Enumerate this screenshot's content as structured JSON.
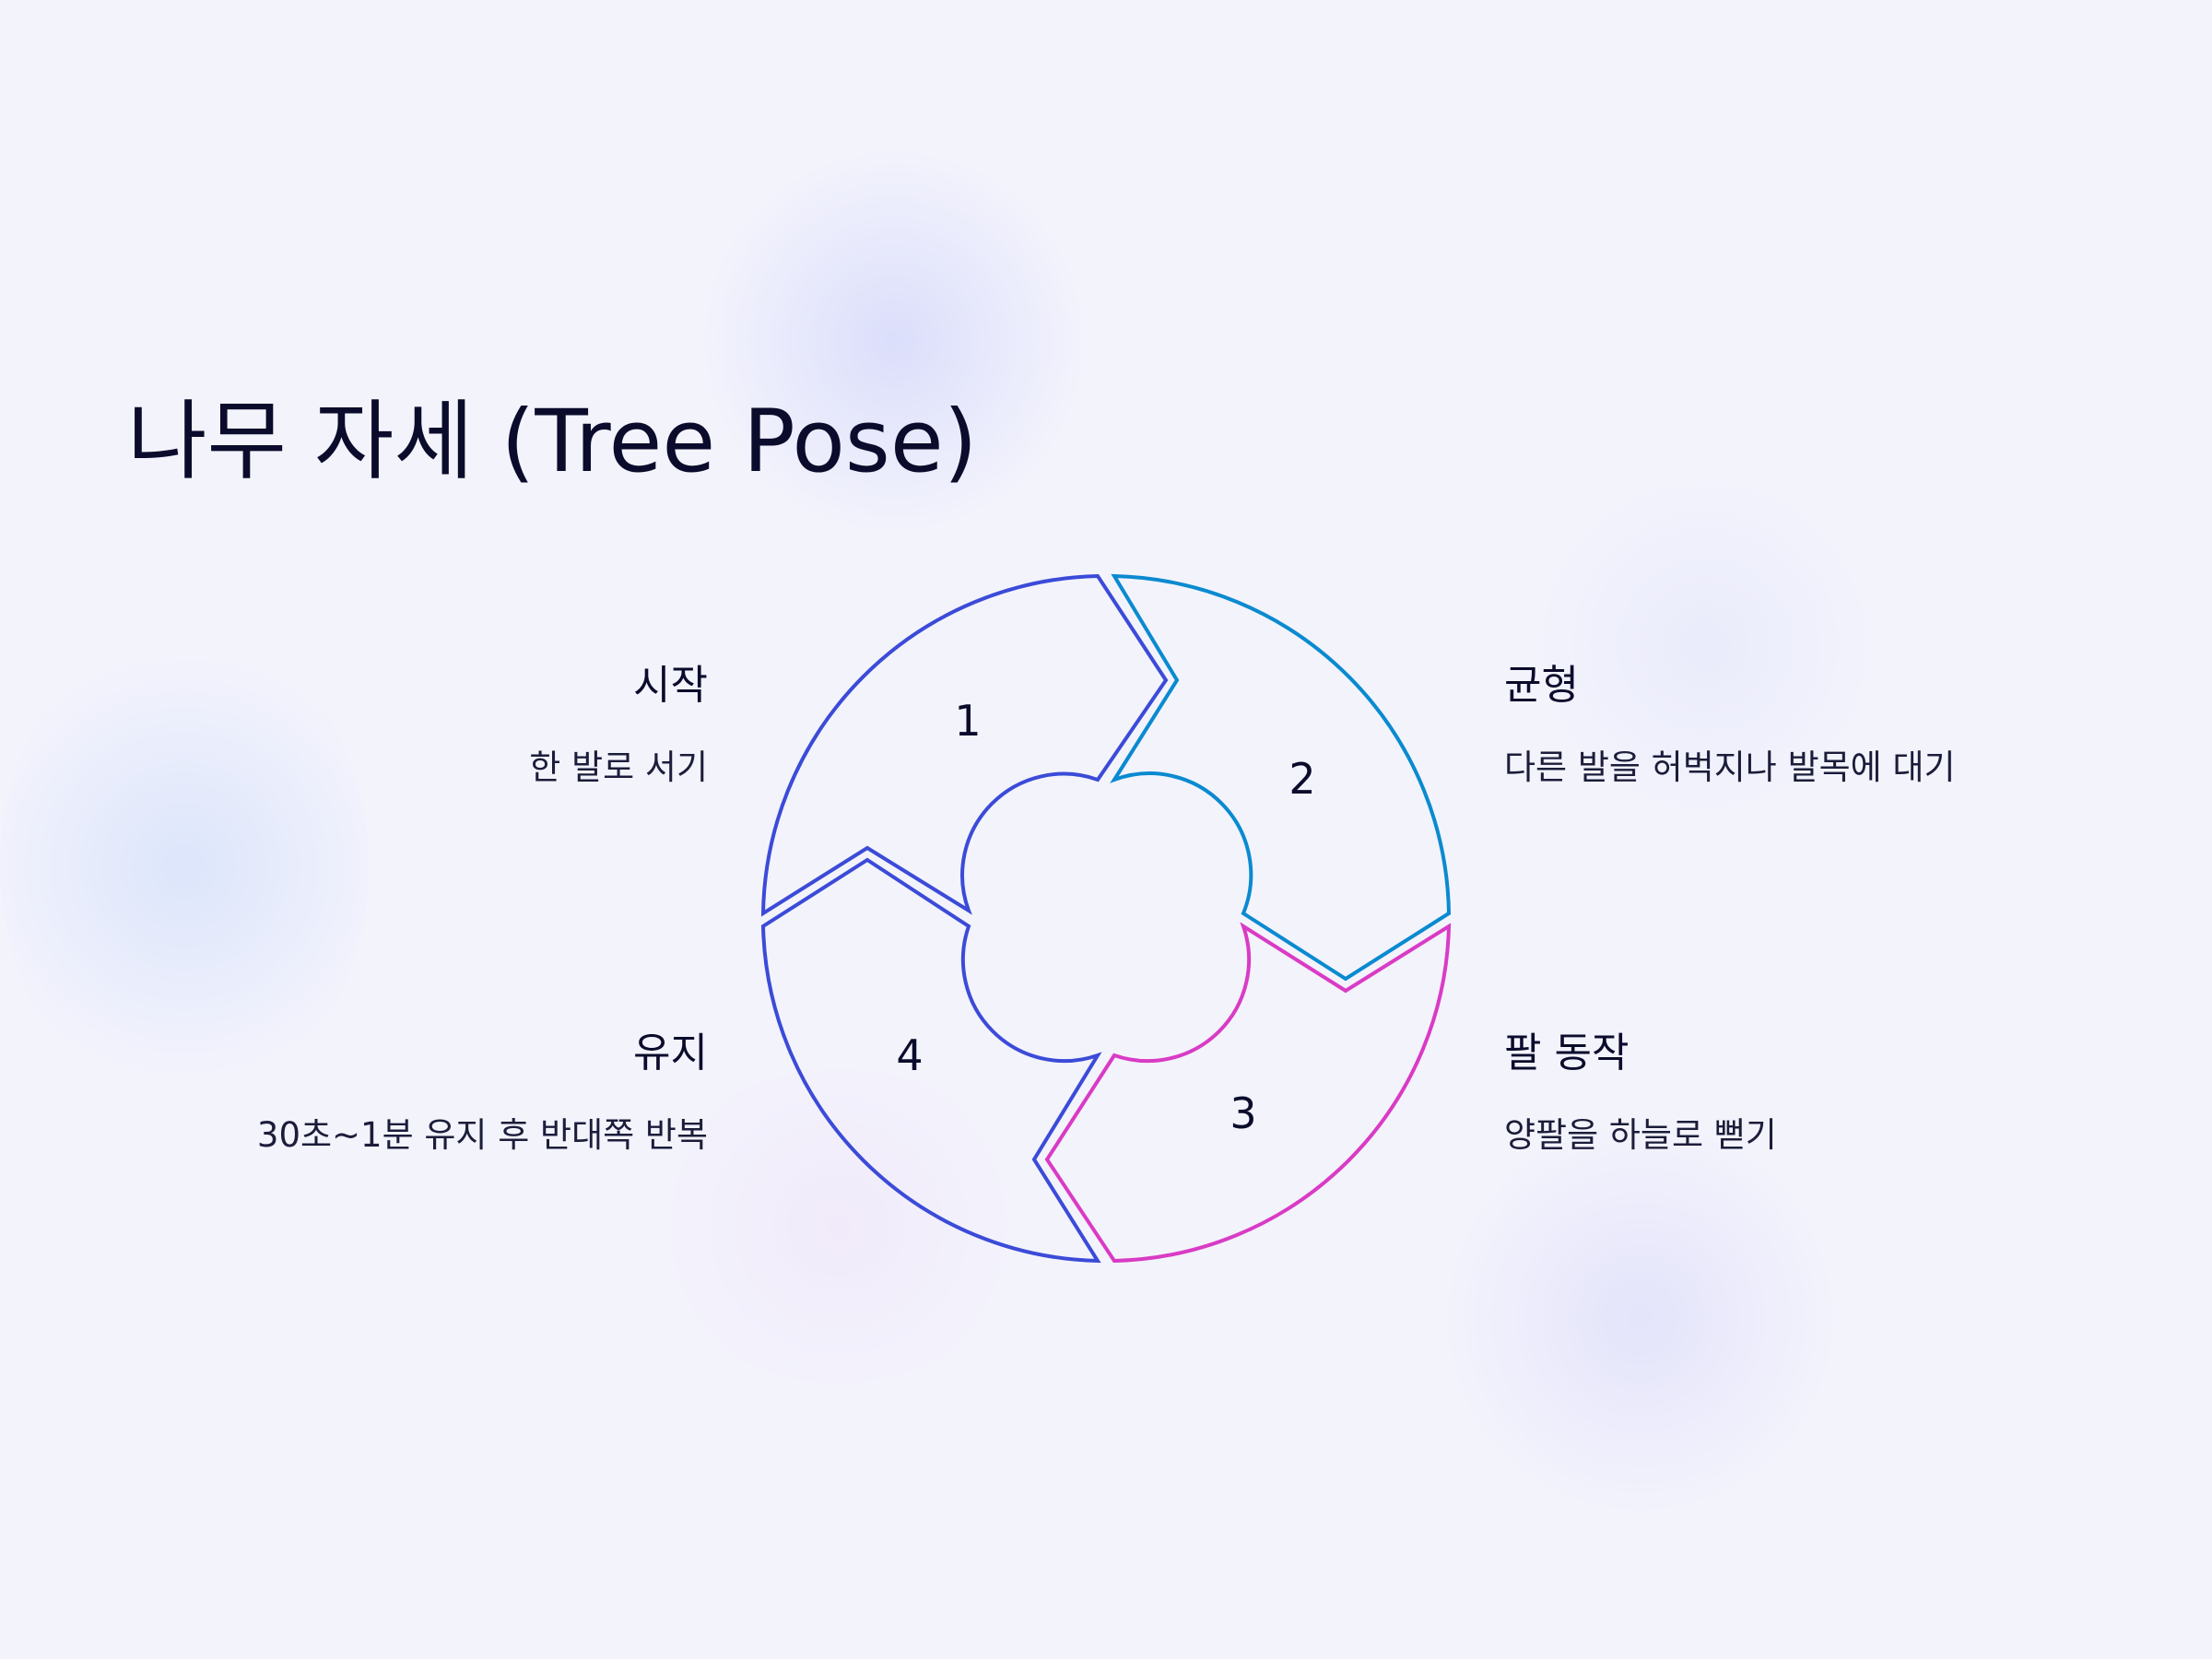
{
  "title": "나무 자세 (Tree Pose)",
  "colors": {
    "background": "#f3f3fc",
    "segment_1": "#3b4bd8",
    "segment_2": "#0a8ad0",
    "segment_3": "#d93bc5",
    "segment_4": "#3b4bd8",
    "text": "#0b0c2c"
  },
  "steps": [
    {
      "number": "1",
      "heading": "시작",
      "description": "한 발로 서기"
    },
    {
      "number": "2",
      "heading": "균형",
      "description": "다른 발을 허벅지나 발목에 대기"
    },
    {
      "number": "3",
      "heading": "팔 동작",
      "description": "양팔을 하늘로 뻗기"
    },
    {
      "number": "4",
      "heading": "유지",
      "description": "30초~1분 유지 후 반대쪽 반복"
    }
  ]
}
